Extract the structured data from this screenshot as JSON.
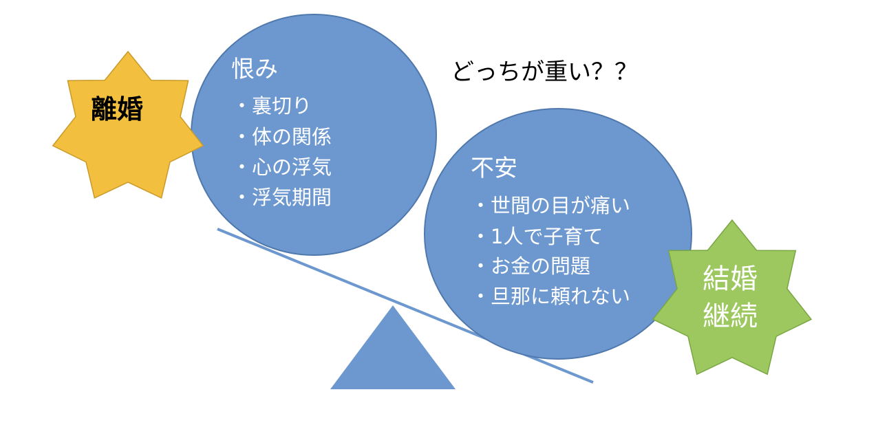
{
  "question": "どっちが重い？？",
  "left_star": {
    "label": "離婚"
  },
  "left_circle": {
    "title": "恨み",
    "items": [
      "・裏切り",
      "・体の関係",
      "・心の浮気",
      "・浮気期間"
    ]
  },
  "right_circle": {
    "title": "不安",
    "items": [
      "・世間の目が痛い",
      "・1人で子育て",
      "・お金の問題",
      "・旦那に頼れない"
    ]
  },
  "right_star": {
    "lines": [
      "結婚",
      "継続"
    ]
  },
  "colors": {
    "circle_fill": "#6d98cf",
    "circle_stroke": "#4f78ad",
    "left_star_fill": "#f2bf3e",
    "left_star_stroke": "#c99a2a",
    "right_star_fill": "#9dc85f",
    "right_star_stroke": "#7aa543",
    "beam": "#6d98cf",
    "fulcrum": "#6d98cf"
  }
}
